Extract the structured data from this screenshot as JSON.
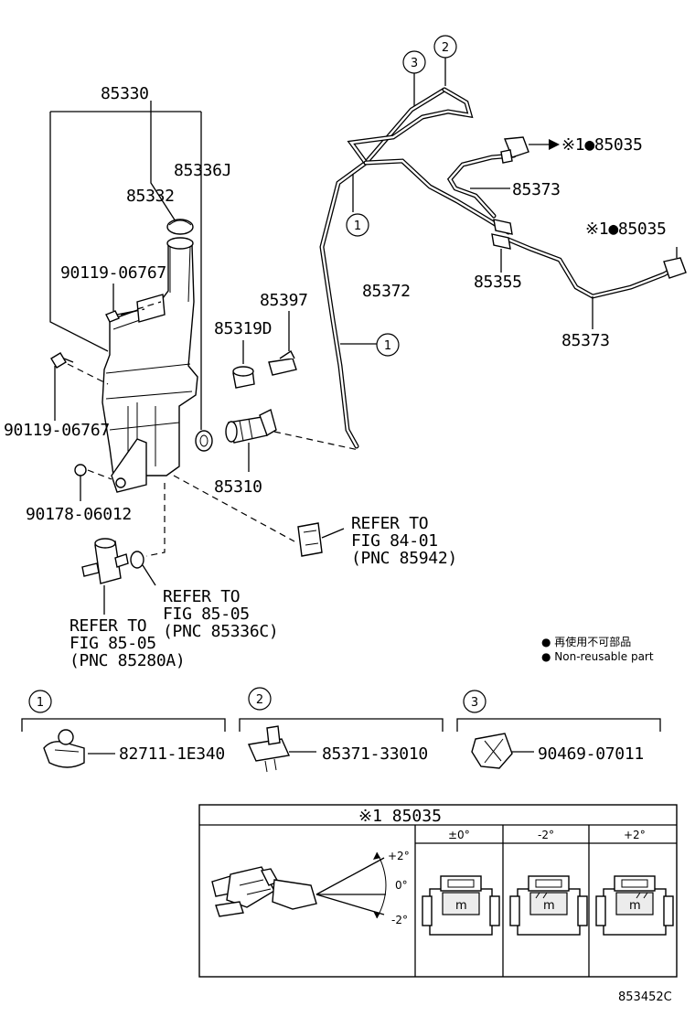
{
  "callouts": {
    "p85330": "85330",
    "p85336j": "85336J",
    "p85332": "85332",
    "p90119_top": "90119-06767",
    "p90119_left": "90119-06767",
    "p90178": "90178-06012",
    "p85397": "85397",
    "p85319d": "85319D",
    "p85310": "85310",
    "p85372": "85372",
    "p85373_top": "85373",
    "p85373_bottom": "85373",
    "p85355": "85355",
    "p85035_top": "※1●85035",
    "p85035_mid": "※1●85035"
  },
  "circle_labels": {
    "c1": "1",
    "c2": "2",
    "c3": "3"
  },
  "refer_notes": {
    "fig8401": [
      "REFER TO",
      "FIG 84-01",
      "(PNC 85942)"
    ],
    "fig8505_c": [
      "REFER TO",
      "FIG 85-05",
      "(PNC 85336C)"
    ],
    "fig8505_a": [
      "REFER TO",
      "FIG 85-05",
      "(PNC 85280A)"
    ]
  },
  "legend": {
    "jp": "● 再使用不可部品",
    "en": "● Non-reusable part"
  },
  "clip_parts": {
    "g1_num": "1",
    "g1_part": "82711-1E340",
    "g2_num": "2",
    "g2_part": "85371-33010",
    "g3_num": "3",
    "g3_part": "90469-07011"
  },
  "nozzle_table": {
    "title": "※1 85035",
    "col_0": "±0°",
    "col_minus": "-2°",
    "col_plus": "+2°",
    "angle_plus": "+2°",
    "angle_zero": "0°",
    "angle_minus": "-2°",
    "mark": "m"
  },
  "figure_code": "853452C"
}
